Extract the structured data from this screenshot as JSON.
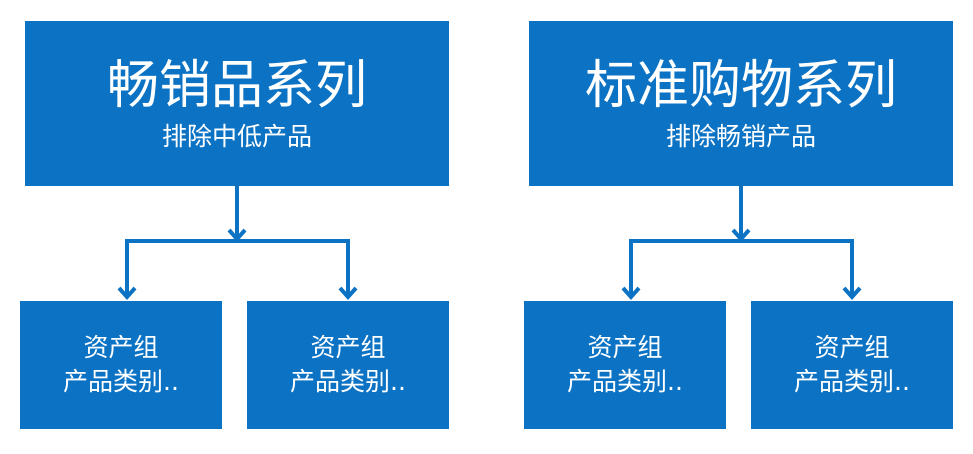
{
  "groups": [
    {
      "title": "畅销品系列",
      "subtitle": "排除中低产品",
      "children": [
        {
          "line1": "资产组",
          "line2": "产品类别.."
        },
        {
          "line1": "资产组",
          "line2": "产品类别.."
        }
      ]
    },
    {
      "title": "标准购物系列",
      "subtitle": "排除畅销产品",
      "children": [
        {
          "line1": "资产组",
          "line2": "产品类别.."
        },
        {
          "line1": "资产组",
          "line2": "产品类别.."
        }
      ]
    }
  ],
  "colors": {
    "box": "#0b72c4",
    "text": "#ffffff",
    "connector": "#0b72c4"
  }
}
